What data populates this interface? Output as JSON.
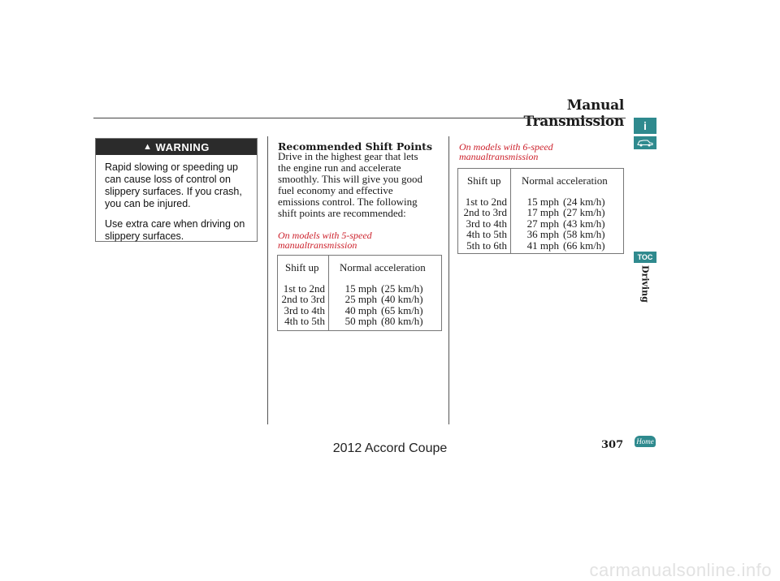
{
  "header": {
    "title": "Manual Transmission"
  },
  "warning": {
    "label": "WARNING",
    "paragraph1": "Rapid slowing or speeding up can cause loss of control on slippery surfaces. If you crash, you can be injured.",
    "paragraph2": "Use extra care when driving on slippery surfaces."
  },
  "section": {
    "heading": "Recommended Shift Points",
    "body": "Drive in the highest gear that lets the engine run and accelerate smoothly. This will give you good fuel economy and effective emissions control. The following shift points are recommended:"
  },
  "table5": {
    "note_line1": "On models with 5-speed",
    "note_line2": "manualtransmission",
    "col1": "Shift up",
    "col2": "Normal acceleration",
    "rows": [
      {
        "gear": "1st to 2nd",
        "mph": "15 mph",
        "kmh": "(25 km/h)"
      },
      {
        "gear": "2nd to 3rd",
        "mph": "25 mph",
        "kmh": "(40 km/h)"
      },
      {
        "gear": "3rd to 4th",
        "mph": "40 mph",
        "kmh": "(65 km/h)"
      },
      {
        "gear": "4th to 5th",
        "mph": "50 mph",
        "kmh": "(80 km/h)"
      }
    ]
  },
  "table6": {
    "note_line1": "On models with 6-speed",
    "note_line2": "manualtransmission",
    "col1": "Shift up",
    "col2": "Normal acceleration",
    "rows": [
      {
        "gear": "1st to 2nd",
        "mph": "15 mph",
        "kmh": "(24 km/h)"
      },
      {
        "gear": "2nd to 3rd",
        "mph": "17 mph",
        "kmh": "(27 km/h)"
      },
      {
        "gear": "3rd to 4th",
        "mph": "27 mph",
        "kmh": "(43 km/h)"
      },
      {
        "gear": "4th to 5th",
        "mph": "36 mph",
        "kmh": "(58 km/h)"
      },
      {
        "gear": "5th to 6th",
        "mph": "41 mph",
        "kmh": "(66 km/h)"
      }
    ]
  },
  "sidebar": {
    "info_icon": "info-icon",
    "car_icon": "car-icon",
    "toc_label": "TOC",
    "section_label": "Driving",
    "accent_color": "#2f8a8e"
  },
  "footer": {
    "page_number": "307",
    "home_label": "Home",
    "doc_title": "2012 Accord Coupe",
    "watermark": "carmanualsonline.info"
  }
}
